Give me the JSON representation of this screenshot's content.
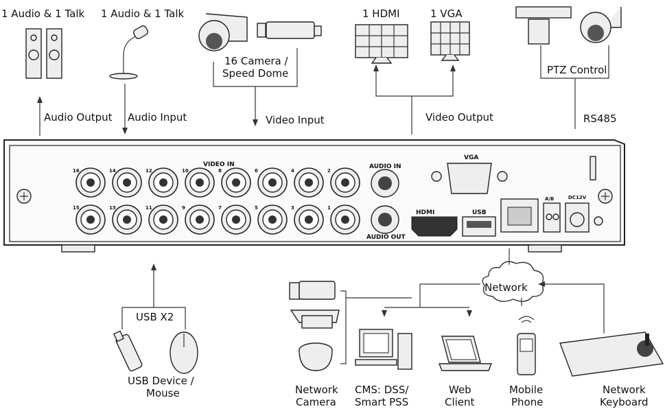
{
  "labels": {
    "audio_talk_left": "1 Audio  & 1 Talk",
    "audio_talk_right": "1 Audio & 1 Talk",
    "camera_line1": "16  Camera /",
    "camera_line2": "Speed Dome",
    "hdmi": "1 HDMI",
    "vga_out": "1 VGA",
    "ptz_control": "PTZ Control",
    "audio_output": "Audio  Output",
    "audio_input": "Audio  Input",
    "video_input": "Video Input",
    "video_output": "Video Output",
    "rs485": "RS485",
    "network": "Network",
    "usb_x2": "USB X2",
    "usb_device_line1": "USB Device /",
    "usb_device_line2": "Mouse",
    "network_camera_line1": "Network",
    "network_camera_line2": "Camera",
    "cms_line1": "CMS: DSS/",
    "cms_line2": "Smart PSS",
    "web_line1": "Web",
    "web_line2": "Client",
    "mobile_line1": "Mobile",
    "mobile_line2": "Phone",
    "keyboard_line1": "Network",
    "keyboard_line2": "Keyboard"
  },
  "panel": {
    "video_in": "VIDEO IN",
    "audio_in": "AUDIO IN",
    "audio_out": "AUDIO OUT",
    "vga": "VGA",
    "hdmi_logo": "HDMI",
    "usb_logo": "USB",
    "rs485_port": "A/B",
    "power": "DC12V",
    "top_row_numbers": [
      "16",
      "14",
      "12",
      "10",
      "8",
      "6",
      "4",
      "2"
    ],
    "bottom_row_numbers": [
      "15",
      "13",
      "11",
      "9",
      "7",
      "5",
      "3",
      "1"
    ]
  }
}
